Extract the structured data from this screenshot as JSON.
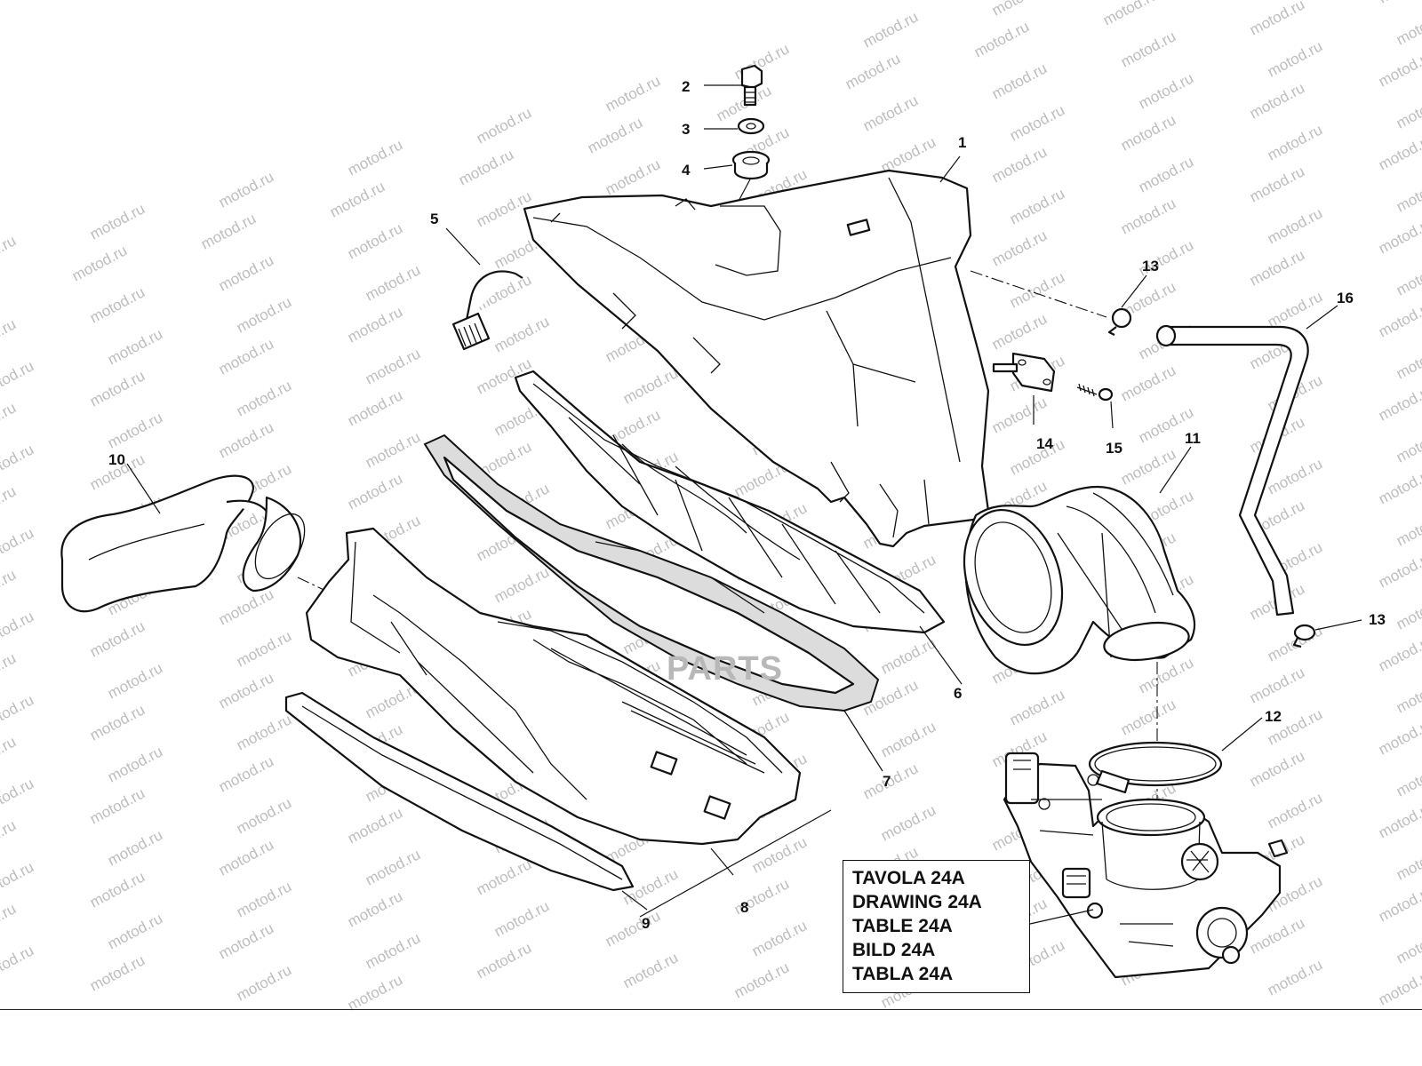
{
  "watermark": {
    "text": "motod.ru",
    "color": "#bdbdbd"
  },
  "badge_text": "PARTS",
  "callouts": [
    {
      "id": "2",
      "label": "2"
    },
    {
      "id": "3",
      "label": "3"
    },
    {
      "id": "4",
      "label": "4"
    },
    {
      "id": "1",
      "label": "1"
    },
    {
      "id": "5",
      "label": "5"
    },
    {
      "id": "13a",
      "label": "13"
    },
    {
      "id": "16",
      "label": "16"
    },
    {
      "id": "14",
      "label": "14"
    },
    {
      "id": "15",
      "label": "15"
    },
    {
      "id": "11",
      "label": "11"
    },
    {
      "id": "10",
      "label": "10"
    },
    {
      "id": "13b",
      "label": "13"
    },
    {
      "id": "6",
      "label": "6"
    },
    {
      "id": "12",
      "label": "12"
    },
    {
      "id": "7",
      "label": "7"
    },
    {
      "id": "8",
      "label": "8"
    },
    {
      "id": "9",
      "label": "9"
    }
  ],
  "reference_box": {
    "lines": [
      "TAVOLA 24A",
      "DRAWING 24A",
      "TABLE 24A",
      "BILD 24A",
      "TABLA 24A"
    ]
  }
}
